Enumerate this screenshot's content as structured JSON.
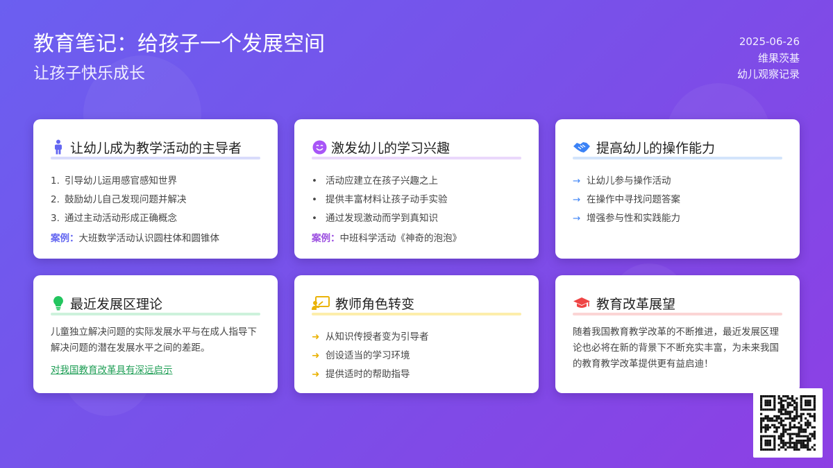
{
  "header": {
    "title": "教育笔记：给孩子一个发展空间",
    "subtitle": "让孩子快乐成长",
    "date": "2025-06-26",
    "author": "维果茨基",
    "category": "幼儿观察记录"
  },
  "cards": [
    {
      "icon": "person-icon",
      "title": "让幼儿成为教学活动的主导者",
      "accent": "#6366f1",
      "items": [
        "引导幼儿运用感官感知世界",
        "鼓励幼儿自己发现问题并解决",
        "通过主动活动形成正确概念"
      ],
      "markers": [
        "1.",
        "2.",
        "3."
      ],
      "case_label": "案例：",
      "case_text": "大班数学活动认识圆柱体和圆锥体"
    },
    {
      "icon": "smile-icon",
      "title": "激发幼儿的学习兴趣",
      "accent": "#9b4ee0",
      "items": [
        "活动应建立在孩子兴趣之上",
        "提供丰富材料让孩子动手实验",
        "通过发现激动而学到真知识"
      ],
      "markers": [
        "•",
        "•",
        "•"
      ],
      "case_label": "案例：",
      "case_text": "中班科学活动《神奇的泡泡》"
    },
    {
      "icon": "handshake-icon",
      "title": "提高幼儿的操作能力",
      "accent": "#3b82f6",
      "items": [
        "让幼儿参与操作活动",
        "在操作中寻找问题答案",
        "增强参与性和实践能力"
      ],
      "markers": [
        "→",
        "→",
        "→"
      ]
    },
    {
      "icon": "lightbulb-icon",
      "title": "最近发展区理论",
      "accent": "#22c55e",
      "paragraph": "儿童独立解决问题的实际发展水平与在成人指导下解决问题的潜在发展水平之间的差距。",
      "link": "对我国教育改革具有深远启示"
    },
    {
      "icon": "teacher-icon",
      "title": "教师角色转变",
      "accent": "#eab308",
      "items": [
        "从知识传授者变为引导者",
        "创设适当的学习环境",
        "提供适时的帮助指导"
      ],
      "markers": [
        "➜",
        "➜",
        "➜"
      ]
    },
    {
      "icon": "graduation-cap-icon",
      "title": "教育改革展望",
      "accent": "#ef4444",
      "paragraph": "随着我国教育教学改革的不断推进，最近发展区理论也必将在新的背景下不断充实丰富，为未来我国的教育教学改革提供更有益启迪！"
    }
  ]
}
